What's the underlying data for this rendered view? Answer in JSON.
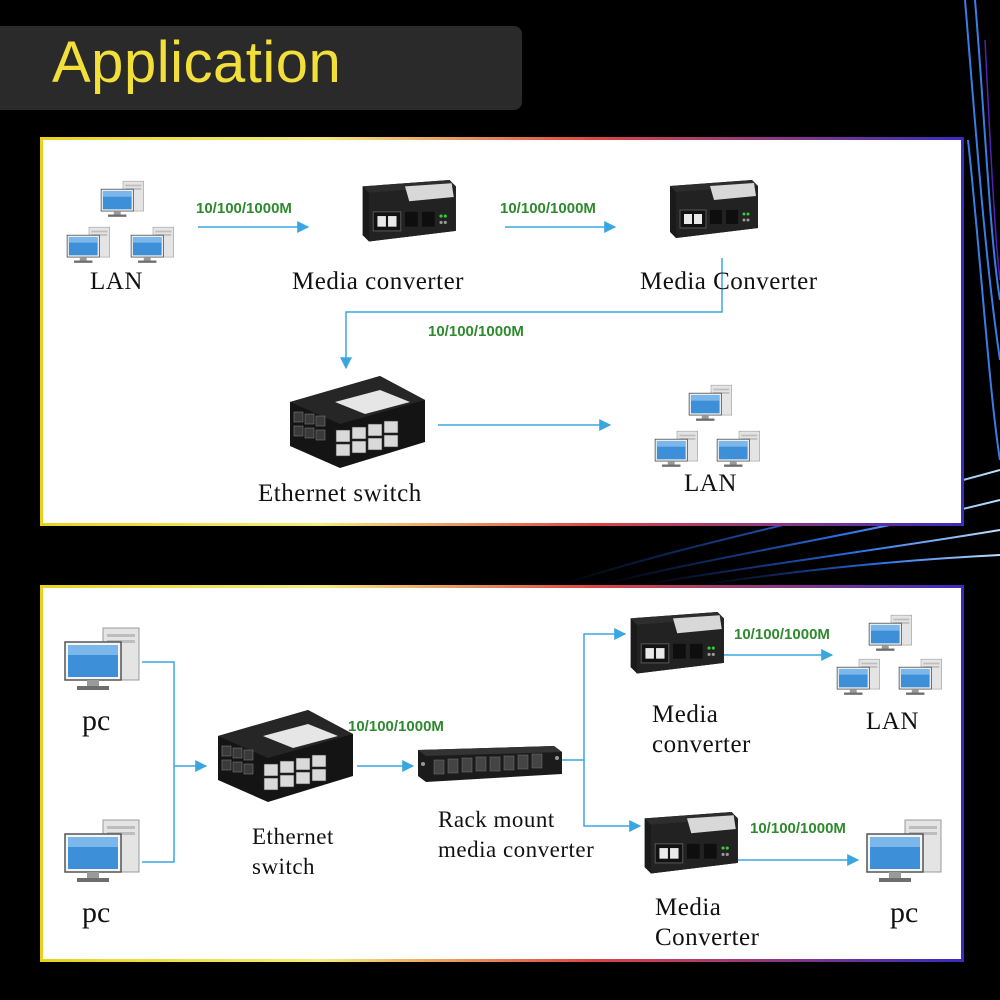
{
  "title": "Application",
  "colors": {
    "title_text": "#f2df3a",
    "speed_text": "#2e8a2e",
    "wire": "#3aa6e0"
  },
  "diagram1": {
    "lan_left": "LAN",
    "converter_1": "Media converter",
    "converter_2": "Media Converter",
    "switch": "Ethernet switch",
    "lan_right": "LAN",
    "speed_1": "10/100/1000M",
    "speed_2": "10/100/1000M",
    "speed_3": "10/100/1000M"
  },
  "diagram2": {
    "pc_top": "pc",
    "pc_bottom": "pc",
    "switch_line1": "Ethernet",
    "switch_line2": "switch",
    "rack_line1": "Rack mount",
    "rack_line2": "media converter",
    "converter_top_line1": "Media",
    "converter_top_line2": "converter",
    "converter_bottom_line1": "Media",
    "converter_bottom_line2": "Converter",
    "lan": "LAN",
    "pc_right": "pc",
    "speed_1": "10/100/1000M",
    "speed_2": "10/100/1000M",
    "speed_3": "10/100/1000M"
  }
}
